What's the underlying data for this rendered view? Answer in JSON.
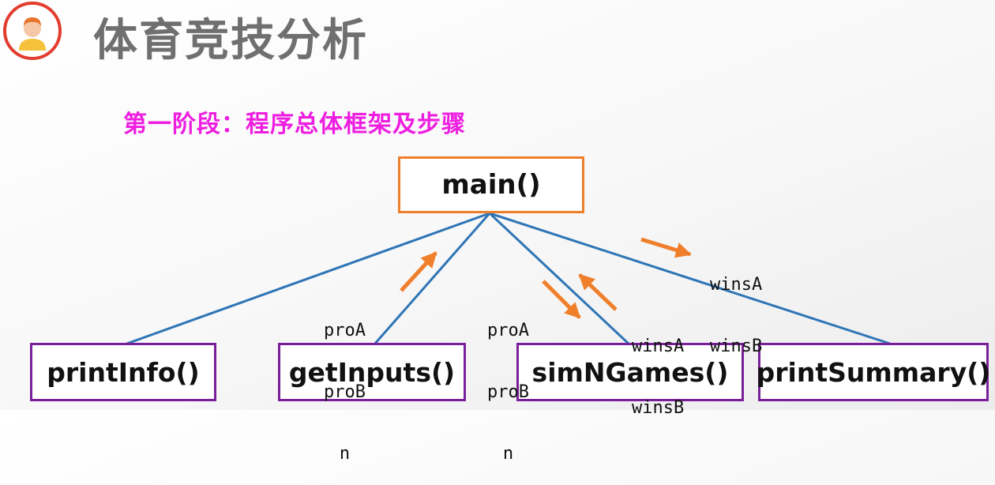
{
  "header": {
    "title": "体育竞技分析"
  },
  "subtitle": "第一阶段：程序总体框架及步骤",
  "diagram": {
    "root": "main()",
    "children": [
      "printInfo()",
      "getInputs()",
      "simNGames()",
      "printSummary()"
    ],
    "labels": {
      "getinputs_return": [
        "proA",
        "proB",
        "n"
      ],
      "simngames_params": [
        "proA",
        "proB",
        "n"
      ],
      "simngames_return": [
        "winsA",
        "winsB"
      ],
      "printsummary_params": [
        "winsA",
        "winsB"
      ]
    }
  },
  "colors": {
    "title": "#6f6f6f",
    "subtitle": "#ee1ee0",
    "root_border": "#ef7f2a",
    "child_border": "#7a1f9a",
    "connector": "#2e75b6",
    "arrow": "#ef7f2a"
  }
}
